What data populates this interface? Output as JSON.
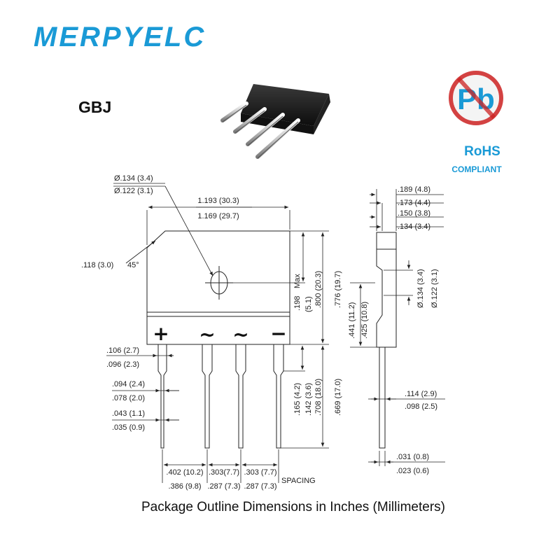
{
  "brand": {
    "name": "MERPYELC",
    "color": "#1a9ad6"
  },
  "package": {
    "name": "GBJ"
  },
  "rohs": {
    "symbol": "Pb",
    "title": "RoHS",
    "subtitle": "COMPLIANT",
    "color": "#1a9ad6",
    "ban_color": "#cc2222"
  },
  "front_view": {
    "hole_dia_max": "Ø.134 (3.4)",
    "hole_dia_min": "Ø.122 (3.1)",
    "body_width_max": "1.193 (30.3)",
    "body_width_min": "1.169 (29.7)",
    "chamfer": ".118 (3.0)",
    "chamfer_angle": "45°",
    "top_to_hole_max": ".198",
    "top_to_hole_note": "Max",
    "top_to_hole_mm": "(5.1)",
    "body_height_max": ".800 (20.3)",
    "body_height_min": ".776 (19.7)",
    "lead_len_a": ".165 (4.2)",
    "lead_len_b": ".142 (3.6)",
    "lead_len_c": ".708 (18.0)",
    "lead_len_d": ".669 (17.0)",
    "lead_w1_max": ".106 (2.7)",
    "lead_w1_min": ".096 (2.3)",
    "lead_w2_max": ".094 (2.4)",
    "lead_w2_min": ".078 (2.0)",
    "lead_t_max": ".043 (1.1)",
    "lead_t_min": ".035 (0.9)",
    "pitch1_max": ".402 (10.2)",
    "pitch1_min": ".386 (9.8)",
    "pitch2_max": ".303(7.7)",
    "pitch2_min": ".287 (7.3)",
    "pitch3_max": ".303 (7.7)",
    "pitch3_min": ".287 (7.3)",
    "spacing": "SPACING",
    "pin_labels": [
      "+",
      "~",
      "~",
      "−"
    ]
  },
  "side_view": {
    "thick_a": ".189 (4.8)",
    "thick_b": ".173 (4.4)",
    "thick_c": ".150 (3.8)",
    "thick_d": ".134 (3.4)",
    "hole_dia_max": "Ø.134 (3.4)",
    "hole_dia_min": "Ø.122 (3.1)",
    "step_max": ".441 (11.2)",
    "step_min": ".425 (10.8)",
    "lead_max": ".114 (2.9)",
    "lead_min": ".098 (2.5)",
    "tip_max": ".031 (0.8)",
    "tip_min": ".023 (0.6)"
  },
  "caption": "Package Outline Dimensions in Inches (Millimeters)"
}
